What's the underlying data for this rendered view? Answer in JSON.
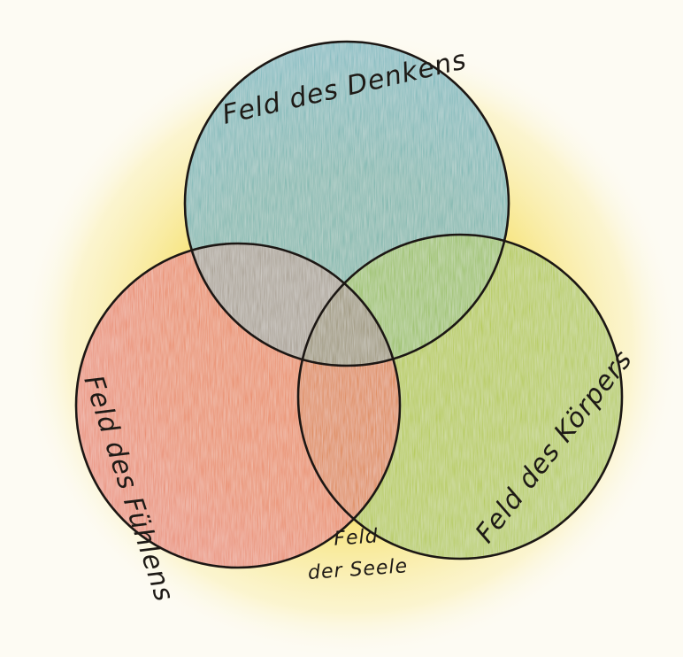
{
  "diagram": {
    "fields": [
      {
        "key": "thinking",
        "label": "Feld des Denkens",
        "color": "#5aaab4"
      },
      {
        "key": "feeling",
        "label": "Feld des Fühlens",
        "color": "#e6735a"
      },
      {
        "key": "body",
        "label": "Feld des Körpers",
        "color": "#a6c436"
      }
    ],
    "center": {
      "label_line1": "Feld",
      "label_line2": "der Seele",
      "color": "#d4732e"
    },
    "glow_color": "#f3d84a",
    "overlap_colors": {
      "thinking_feeling": "#9a9284",
      "thinking_body": "#8db84a",
      "core": "#8f8a6a"
    }
  }
}
